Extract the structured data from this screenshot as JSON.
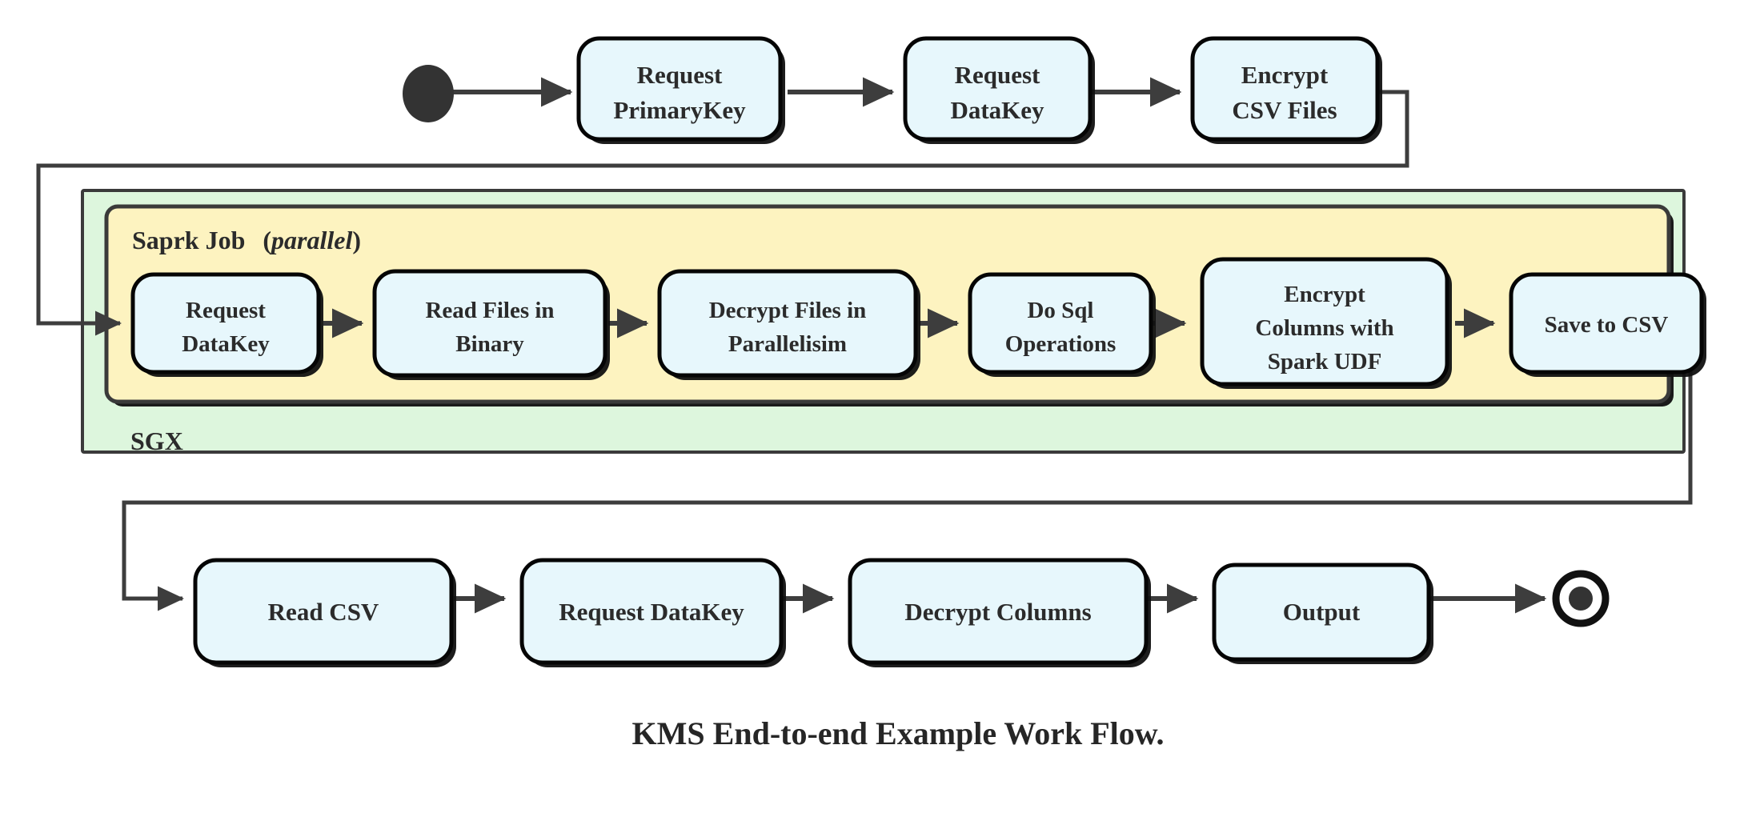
{
  "diagram": {
    "caption": "KMS End-to-end Example Work Flow.",
    "colors": {
      "node_fill": "#e7f7fc",
      "node_stroke": "#050505",
      "sgx_fill": "#ddf6dd",
      "spark_fill": "#fdf3c0",
      "edge": "#3d3d3d",
      "text": "#2b2b2b"
    },
    "containers": {
      "outer": {
        "label": "SGX"
      },
      "inner": {
        "label_bold": "Saprk Job",
        "label_italic": "parallel",
        "label_open": "(",
        "label_close": ")"
      }
    },
    "start_node": {
      "name": "start"
    },
    "end_node": {
      "name": "end"
    },
    "rows": {
      "top": [
        {
          "id": "request-primarykey",
          "lines": [
            "Request",
            "PrimaryKey"
          ]
        },
        {
          "id": "request-datakey-top",
          "lines": [
            "Request",
            "DataKey"
          ]
        },
        {
          "id": "encrypt-csv-files",
          "lines": [
            "Encrypt",
            "CSV Files"
          ]
        }
      ],
      "middle": [
        {
          "id": "request-datakey-spark",
          "lines": [
            "Request",
            "DataKey"
          ]
        },
        {
          "id": "read-files-in-binary",
          "lines": [
            "Read Files in",
            "Binary"
          ]
        },
        {
          "id": "decrypt-files-in-parallelisim",
          "lines": [
            "Decrypt Files in",
            "Parallelisim"
          ]
        },
        {
          "id": "do-sql-operations",
          "lines": [
            "Do Sql",
            "Operations"
          ]
        },
        {
          "id": "encrypt-columns-with-spark-udf",
          "lines": [
            "Encrypt",
            "Columns with",
            "Spark UDF"
          ]
        },
        {
          "id": "save-to-csv",
          "lines": [
            "Save to CSV"
          ]
        }
      ],
      "bottom": [
        {
          "id": "read-csv",
          "lines": [
            "Read CSV"
          ]
        },
        {
          "id": "request-datakey-bottom",
          "lines": [
            "Request DataKey"
          ]
        },
        {
          "id": "decrypt-columns",
          "lines": [
            "Decrypt Columns"
          ]
        },
        {
          "id": "output",
          "lines": [
            "Output"
          ]
        }
      ]
    }
  }
}
